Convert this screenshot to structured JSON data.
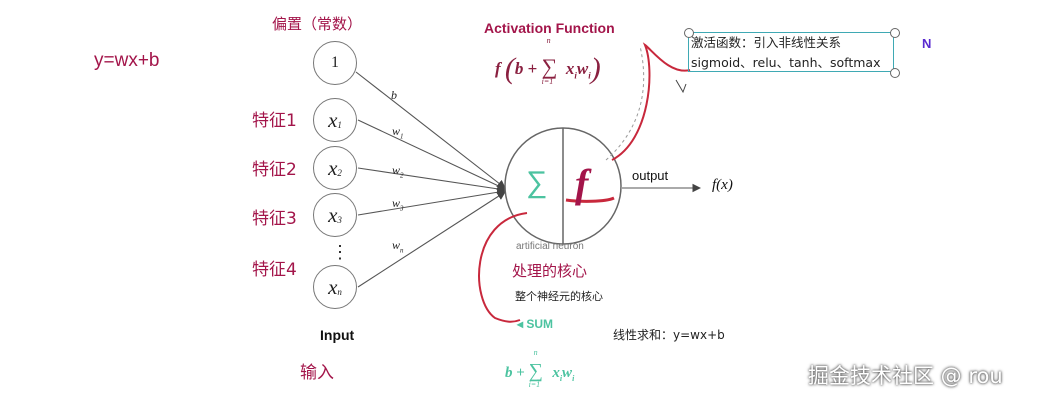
{
  "equation": "y=wx+b",
  "bias": {
    "title": "偏置（常数）",
    "value": "1",
    "weight": "b"
  },
  "features": [
    {
      "label": "特征1",
      "symbol": "x",
      "sub": "1",
      "weight": "w",
      "wsub": "1"
    },
    {
      "label": "特征2",
      "symbol": "x",
      "sub": "2",
      "weight": "w",
      "wsub": "2"
    },
    {
      "label": "特征3",
      "symbol": "x",
      "sub": "3",
      "weight": "w",
      "wsub": "3"
    },
    {
      "label": "特征4",
      "symbol": "x",
      "sub": "n",
      "weight": "w",
      "wsub": "n"
    }
  ],
  "vdots": "⋮",
  "input_label": "Input",
  "input_cn": "输入",
  "activation_title": "Activation Function",
  "activation_formula": {
    "f": "f",
    "b": "b",
    "plus": "+",
    "sigma": "∑",
    "upper": "n",
    "lower": "i=1",
    "term": "x",
    "tsub": "i",
    "term2": "w",
    "tsub2": "i"
  },
  "note": {
    "line1": "激活函数：引入非线性关系",
    "line2": "sigmoid、relu、tanh、softmax"
  },
  "neuron": {
    "sum_symbol": "∑",
    "f_symbol": "f",
    "caption": "artificial neuron"
  },
  "output_label": "output",
  "output_value": "f(x)",
  "core_title": "处理的核心",
  "core_sub": "整个神经元的核心",
  "sum_label": "SUM",
  "sum_arrow": "◂",
  "linear_note": "线性求和：y=wx+b",
  "sum_formula": {
    "b": "b",
    "plus": "+",
    "sigma": "∑",
    "upper": "n",
    "lower": "i=1",
    "term": "x",
    "tsub": "i",
    "term2": "w",
    "tsub2": "i"
  },
  "watermark": "掘金技术社区 @ rou",
  "side_icon": "N",
  "colors": {
    "magenta": "#a3154a",
    "teal": "#4cc3a0",
    "box": "#3fa9b4",
    "red": "#c8283c"
  }
}
